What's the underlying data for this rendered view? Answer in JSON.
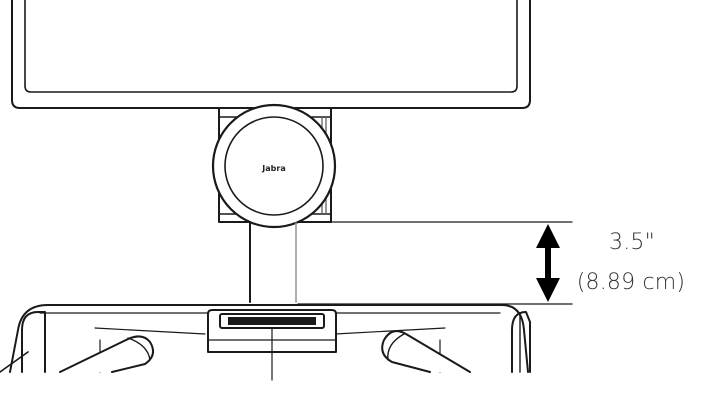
{
  "speaker": {
    "brand": "Jabra"
  },
  "dimension": {
    "inches": "3.5\"",
    "cm": "(8.89 cm)"
  },
  "colors": {
    "line": "#1a1a1a",
    "light_line": "#9a9a9a",
    "fill": "#ffffff",
    "text": "#333333"
  },
  "icons": [
    "double-arrow-icon"
  ]
}
